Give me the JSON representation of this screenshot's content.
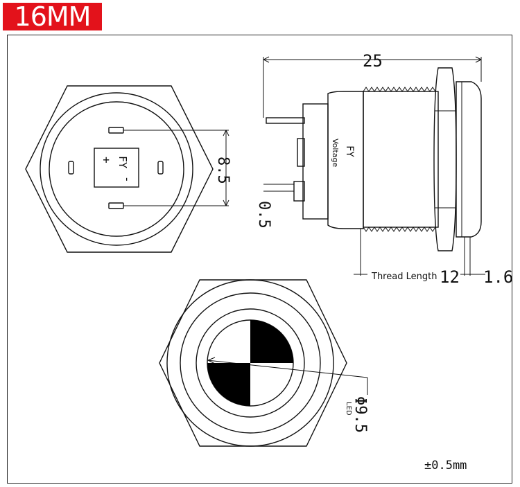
{
  "badge": {
    "text": "16MM",
    "color": "#e3121b"
  },
  "dimensions": {
    "overall_length": "25",
    "pin_spacing": "8.5",
    "pin_thickness": "0.5",
    "thread_length_label": "Thread Length",
    "thread_length": "12",
    "flange_thickness": "1.6",
    "led_diameter": "Φ9.5",
    "led_label": "LED",
    "tolerance": "±0.5mm"
  },
  "markings": {
    "brand": "FY",
    "voltage_label": "Voltage",
    "plus": "+",
    "minus": "-"
  }
}
